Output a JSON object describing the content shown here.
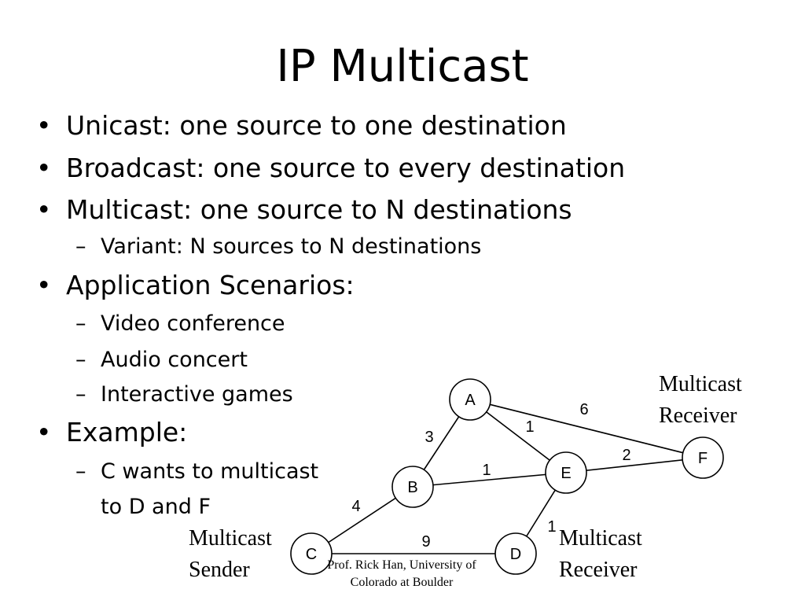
{
  "title": "IP Multicast",
  "bullets": [
    "Unicast: one source to one destination",
    "Broadcast: one source to every destination",
    "Multicast: one source to N destinations",
    "Application Scenarios:",
    "Example:"
  ],
  "sub_bullets": [
    "Variant: N sources to N destinations",
    "Video conference",
    "Audio concert",
    "Interactive games",
    "C wants to multicast",
    "to D and F"
  ],
  "markers": {
    "bullet": "•",
    "dash": "–"
  },
  "graph": {
    "nodes": [
      "A",
      "B",
      "C",
      "D",
      "E",
      "F"
    ],
    "edges": [
      {
        "from": "A",
        "to": "F",
        "weight": "6"
      },
      {
        "from": "A",
        "to": "E",
        "weight": "1"
      },
      {
        "from": "A",
        "to": "B",
        "weight": "3"
      },
      {
        "from": "B",
        "to": "E",
        "weight": "1"
      },
      {
        "from": "E",
        "to": "F",
        "weight": "2"
      },
      {
        "from": "B",
        "to": "C",
        "weight": "4"
      },
      {
        "from": "C",
        "to": "D",
        "weight": "9"
      },
      {
        "from": "E",
        "to": "D",
        "weight": "1"
      }
    ],
    "labels": {
      "receiver_f": [
        "Multicast",
        "Receiver"
      ],
      "receiver_d": [
        "Multicast",
        "Receiver"
      ],
      "sender_c": [
        "Multicast",
        "Sender"
      ]
    }
  },
  "footer": [
    "Prof. Rick Han, University of",
    "Colorado at Boulder"
  ]
}
